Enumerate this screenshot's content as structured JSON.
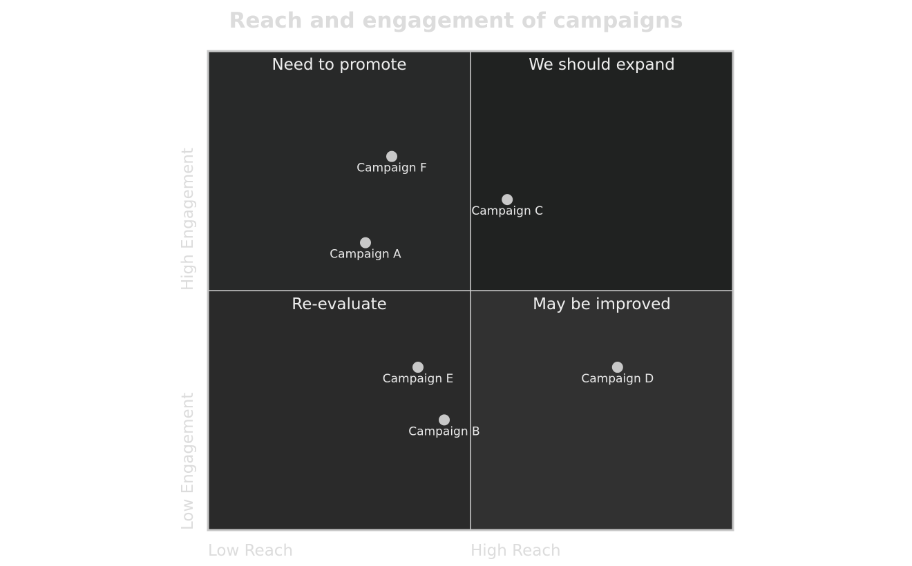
{
  "chart_data": {
    "type": "scatter",
    "subtype": "quadrant",
    "title": "Reach and engagement of campaigns",
    "x_axis": {
      "low_label": "Low Reach",
      "high_label": "High Reach"
    },
    "y_axis": {
      "low_label": "Low Engagement",
      "high_label": "High Engagement"
    },
    "xlim": [
      0,
      1
    ],
    "ylim": [
      0,
      1
    ],
    "quadrants": {
      "top_left": {
        "label": "Need to promote",
        "color": "#282929"
      },
      "top_right": {
        "label": "We should expand",
        "color": "#202221"
      },
      "bottom_left": {
        "label": "Re-evaluate",
        "color": "#2a2a2a"
      },
      "bottom_right": {
        "label": "May be improved",
        "color": "#313131"
      }
    },
    "points": [
      {
        "name": "Campaign A",
        "x": 0.3,
        "y": 0.6
      },
      {
        "name": "Campaign B",
        "x": 0.45,
        "y": 0.23
      },
      {
        "name": "Campaign C",
        "x": 0.57,
        "y": 0.69
      },
      {
        "name": "Campaign D",
        "x": 0.78,
        "y": 0.34
      },
      {
        "name": "Campaign E",
        "x": 0.4,
        "y": 0.34
      },
      {
        "name": "Campaign F",
        "x": 0.35,
        "y": 0.78
      }
    ],
    "colors": {
      "border": "#c8c8c8",
      "divider": "#d0d0d0",
      "point": "#c8c8c8",
      "text_light": "#dcdcdc"
    }
  }
}
